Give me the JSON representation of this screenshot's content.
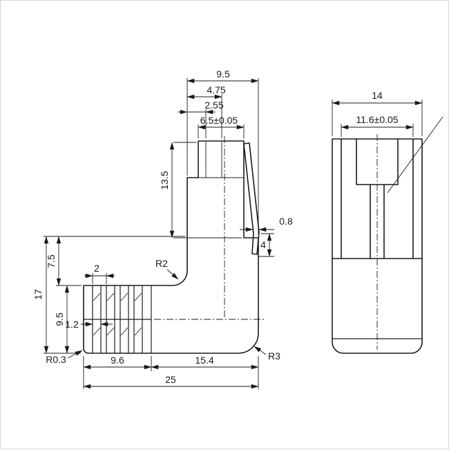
{
  "colors": {
    "line": "#1a1a1a",
    "background": "#ffffff"
  },
  "side_view": {
    "top_dims": {
      "overall_width": "9.5",
      "contact_offset": "4.75",
      "tip_setback": "2.55",
      "tip_width": "6.5±0.05"
    },
    "left_dims": {
      "plug_length": "13.5",
      "overall_height": "17",
      "body_step": "7.5",
      "boot_height": "9.5"
    },
    "latch_dims": {
      "thickness": "0.8",
      "tip_length": "4"
    },
    "boot_dims": {
      "rib_pitch": "2",
      "rib_width": "1.2"
    },
    "radii": {
      "inner_fillet": "R2",
      "outer_fillet": "R3",
      "boot_corner": "R0.3"
    },
    "bottom_dims": {
      "boot_length": "9.6",
      "body_length": "15.4",
      "overall_length": "25"
    }
  },
  "front_view": {
    "dims": {
      "overall_width": "14",
      "plug_width": "11.6±0.05"
    }
  }
}
